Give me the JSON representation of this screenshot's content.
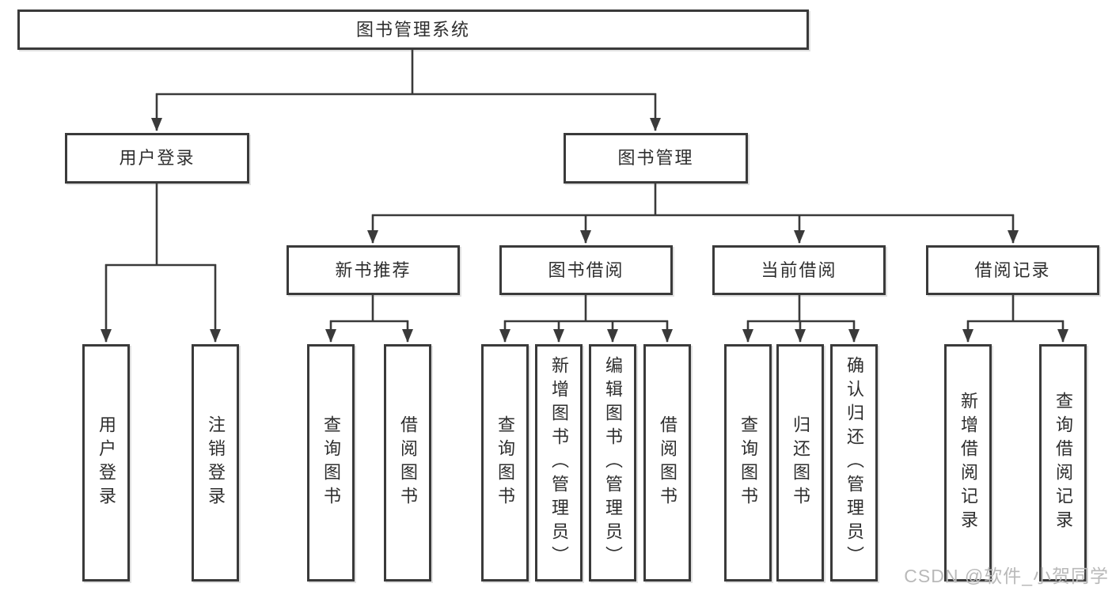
{
  "tree": {
    "root": "图书管理系统",
    "level2": [
      "用户登录",
      "图书管理"
    ],
    "level3": [
      "新书推荐",
      "图书借阅",
      "当前借阅",
      "借阅记录"
    ],
    "leaves": {
      "user_login": [
        "用户登录",
        "注销登录"
      ],
      "new_books": [
        "查询图书",
        "借阅图书"
      ],
      "book_borrow": [
        "查询图书",
        "新增图书（管理员）",
        "编辑图书（管理员）",
        "借阅图书"
      ],
      "current_borrow": [
        "查询图书",
        "归还图书",
        "确认归还（管理员）"
      ],
      "borrow_records": [
        "新增借阅记录",
        "查询借阅记录"
      ]
    }
  },
  "watermark": "CSDN @软件_小贺同学",
  "colors": {
    "line": "#3a3a3a",
    "border": "#3a3a3a",
    "text": "#2e2e2e",
    "watermark": "#b9b9b9",
    "background": "#ffffff"
  }
}
